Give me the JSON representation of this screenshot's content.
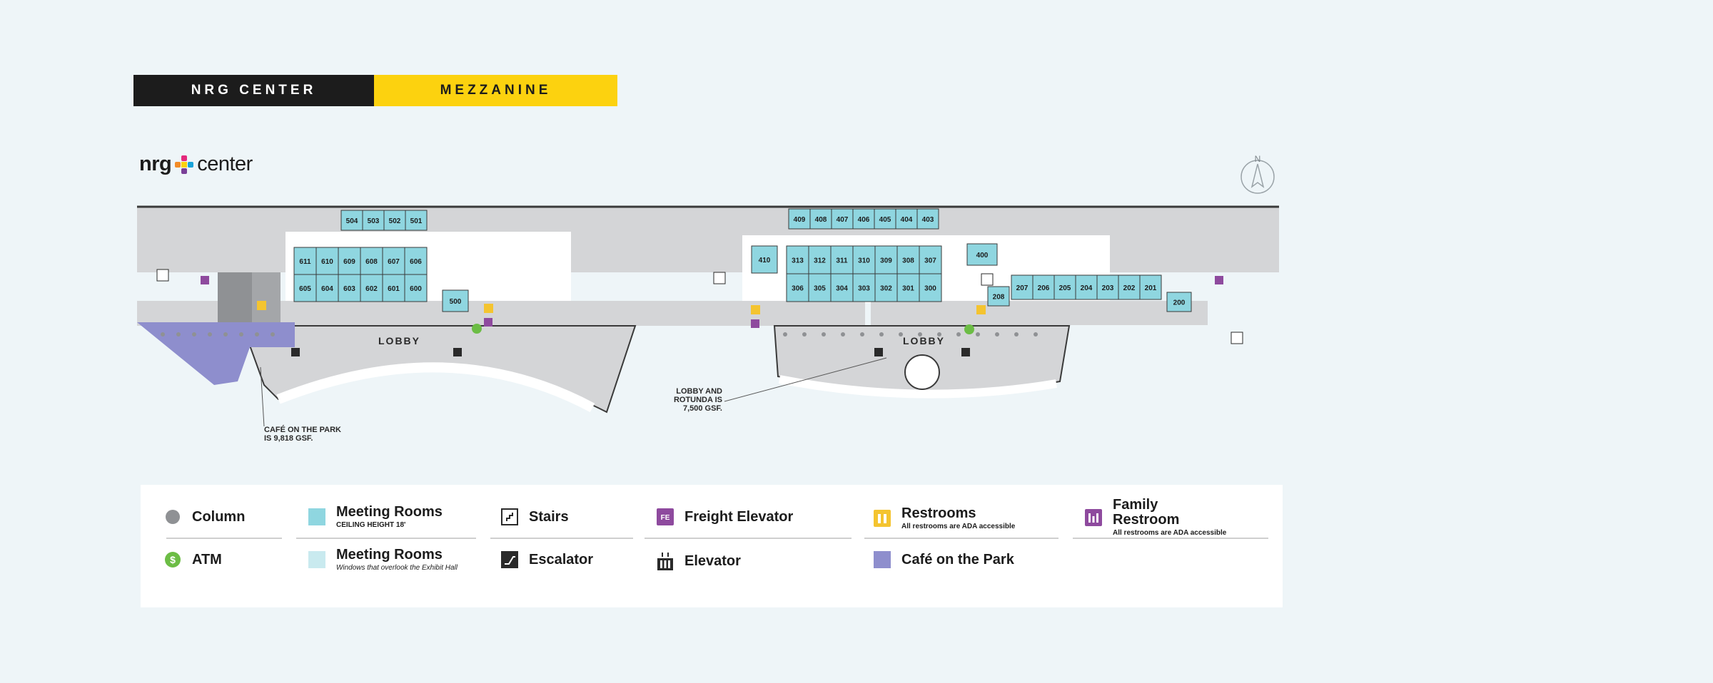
{
  "header": {
    "venue": "NRG CENTER",
    "level": "MEZZANINE"
  },
  "logo": {
    "prefix": "nrg",
    "suffix": "center"
  },
  "compass": {
    "label": "N"
  },
  "colors": {
    "meeting_room": "#8fd6e0",
    "meeting_room_window": "#c9eaef",
    "cafe": "#8e8ecd",
    "hall": "#d4d5d7",
    "restroom": "#f4c430",
    "family_restroom": "#8e4a9e",
    "atm": "#6cbd45",
    "dark": "#2a2a2a"
  },
  "map": {
    "lobby_labels": [
      "LOBBY",
      "LOBBY"
    ],
    "rooms_top_west": [
      "504",
      "503",
      "502",
      "501"
    ],
    "rooms_upper_600": [
      "611",
      "610",
      "609",
      "608",
      "607",
      "606"
    ],
    "rooms_lower_600": [
      "605",
      "604",
      "603",
      "602",
      "601",
      "600"
    ],
    "room_500": "500",
    "rooms_top_east": [
      "409",
      "408",
      "407",
      "406",
      "405",
      "404",
      "403"
    ],
    "room_410": "410",
    "rooms_upper_300": [
      "313",
      "312",
      "311",
      "310",
      "309",
      "308",
      "307"
    ],
    "rooms_lower_300": [
      "306",
      "305",
      "304",
      "303",
      "302",
      "301",
      "300"
    ],
    "room_400": "400",
    "room_208": "208",
    "rooms_200": [
      "207",
      "206",
      "205",
      "204",
      "203",
      "202",
      "201"
    ],
    "room_200": "200",
    "annotations": {
      "cafe_line1": "CAFÉ ON THE PARK",
      "cafe_line2": "IS 9,818 GSF.",
      "rotunda_line1": "LOBBY AND",
      "rotunda_line2": "ROTUNDA IS",
      "rotunda_line3": "7,500 GSF."
    }
  },
  "legend": {
    "column": "Column",
    "atm": "ATM",
    "meeting_rooms": "Meeting Rooms",
    "meeting_rooms_sub": "CEILING HEIGHT 18'",
    "meeting_rooms_window": "Meeting Rooms",
    "meeting_rooms_window_sub": "Windows that overlook the Exhibit Hall",
    "stairs": "Stairs",
    "escalator": "Escalator",
    "freight_elevator": "Freight Elevator",
    "freight_elevator_abbr": "FE",
    "elevator": "Elevator",
    "restrooms": "Restrooms",
    "restrooms_sub": "All restrooms are ADA accessible",
    "cafe": "Café on the Park",
    "family_restroom_line1": "Family",
    "family_restroom_line2": "Restroom",
    "family_restroom_sub": "All restrooms are ADA accessible"
  }
}
